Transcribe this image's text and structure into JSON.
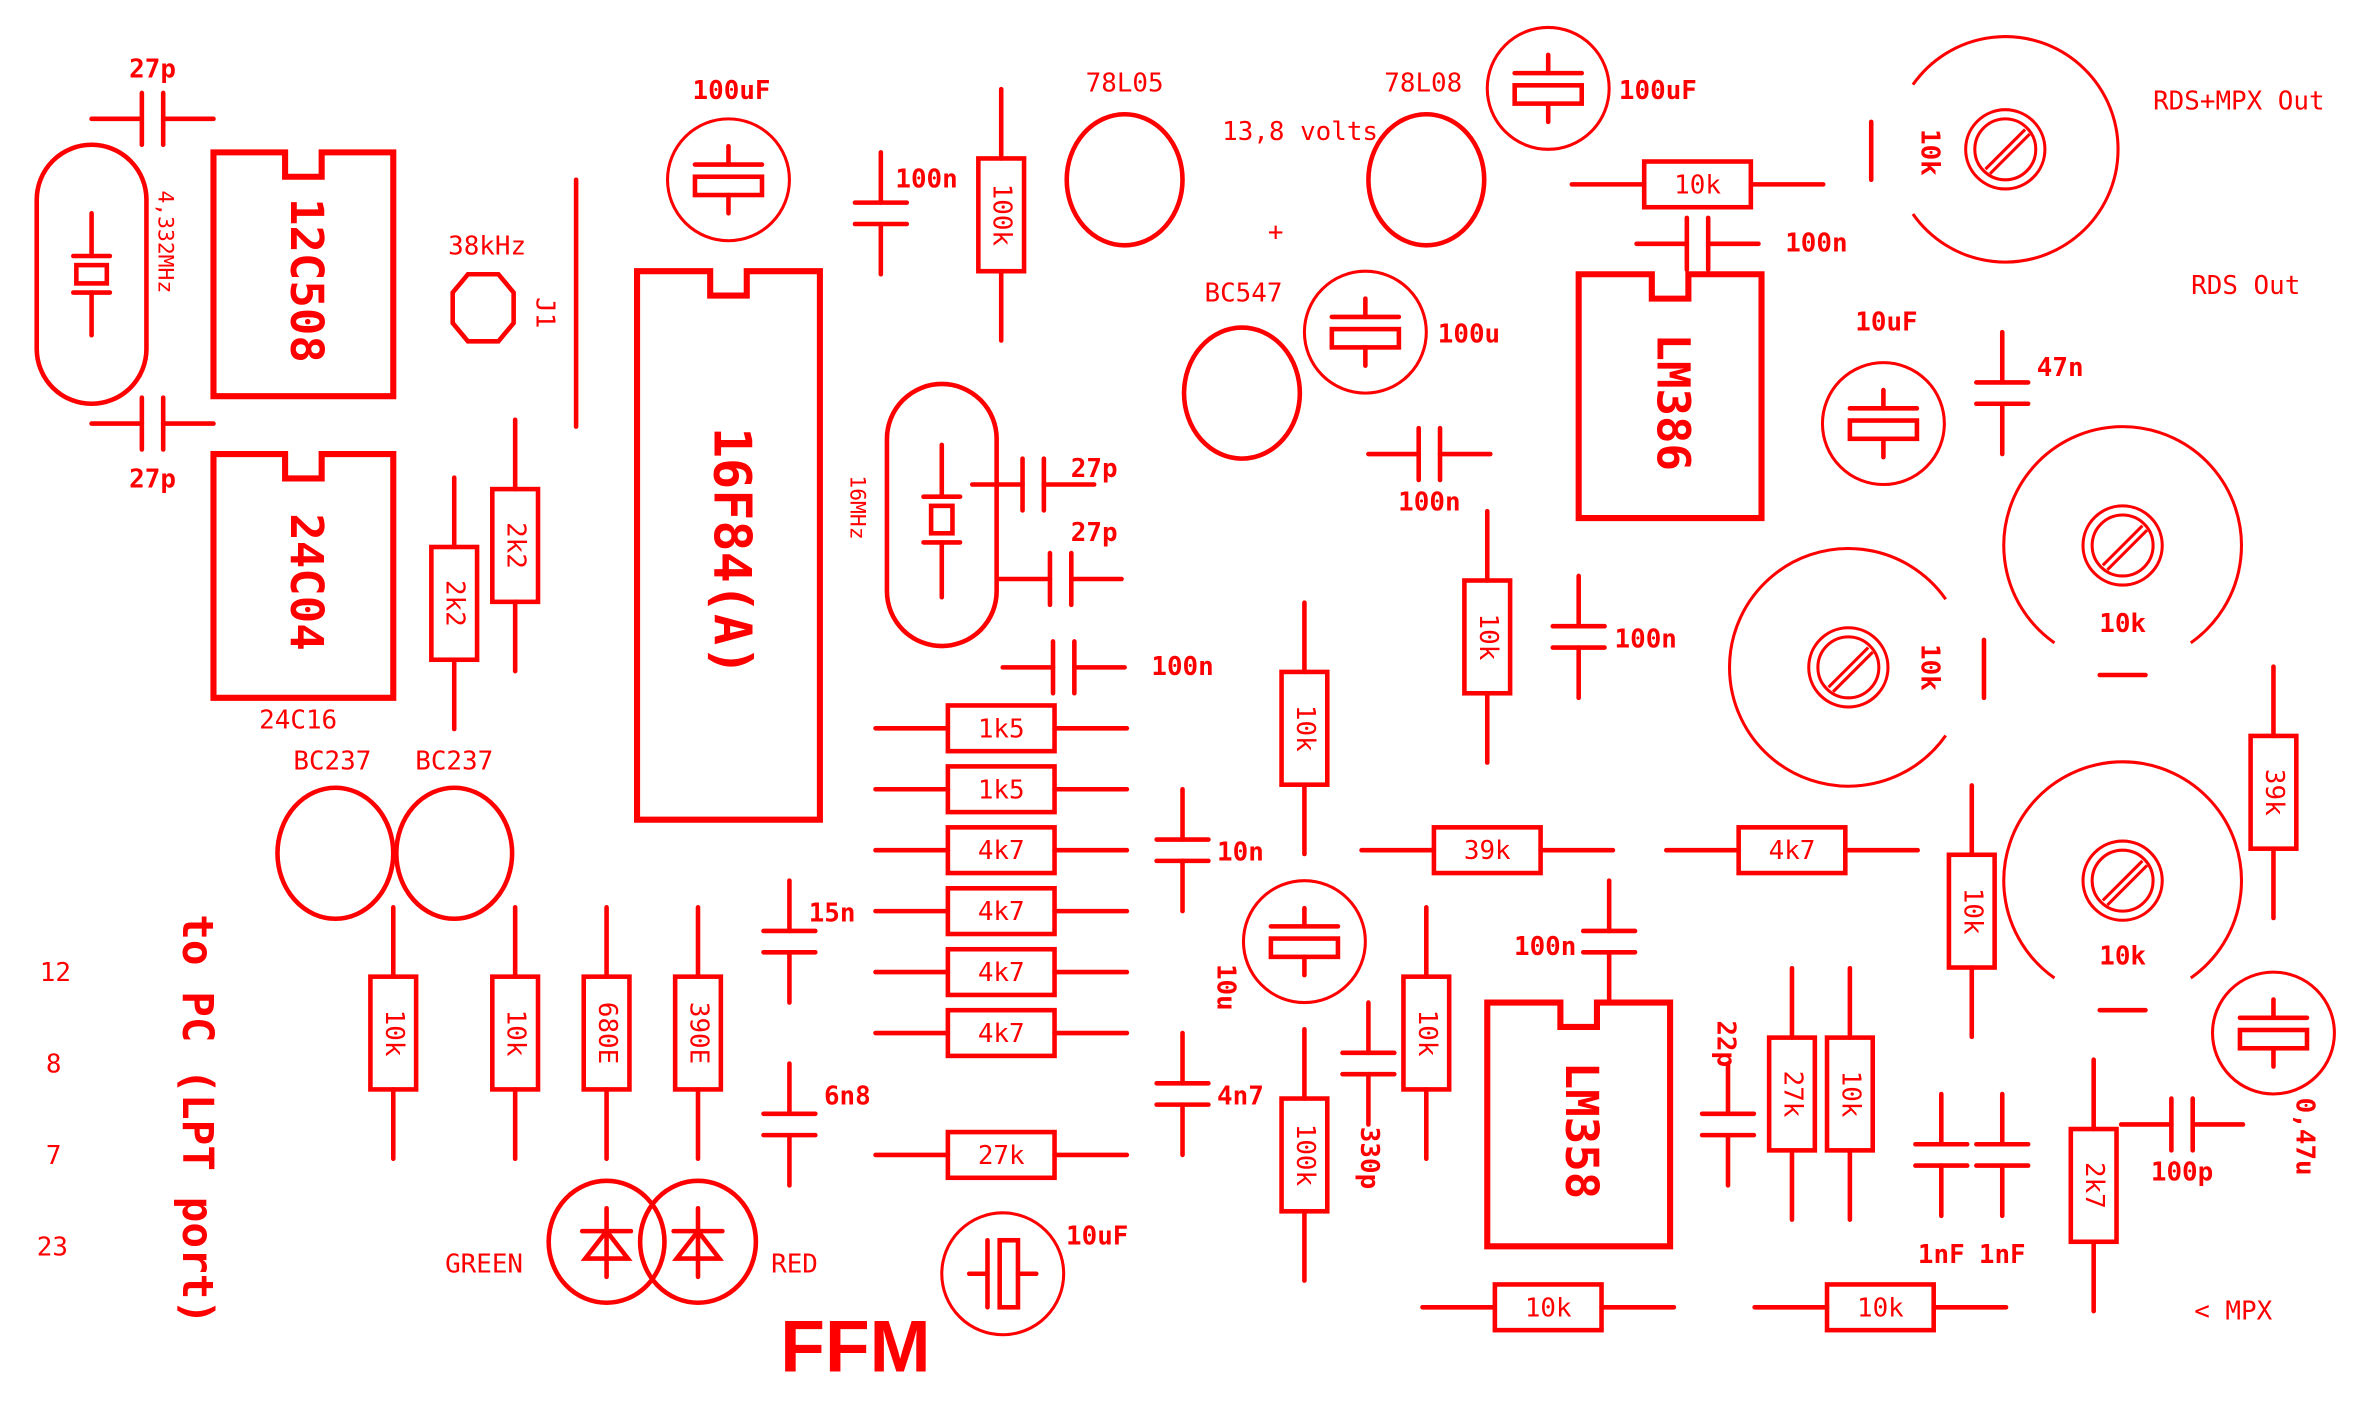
{
  "title": "FFM",
  "color": "#ff0000",
  "labels": {
    "power": "13,8 volts",
    "plus": "+",
    "rds_mpx_out": "RDS+MPX Out",
    "rds_out": "RDS Out",
    "mpx_in": "< MPX",
    "lpt": "to PC (LPT port)",
    "green": "GREEN",
    "red": "RED",
    "j1": "J1",
    "freq_38k": "38kHz",
    "xtal1": "4,332MHz",
    "xtal2": "16MHz",
    "eeprom_alt": "24C16"
  },
  "lpt_pins": [
    "12",
    "8",
    "7",
    "23"
  ],
  "ics": [
    {
      "id": "ic-12c508",
      "label": "12C508"
    },
    {
      "id": "ic-24c04",
      "label": "24C04"
    },
    {
      "id": "ic-16f84",
      "label": "16F84(A)"
    },
    {
      "id": "ic-lm386",
      "label": "LM386"
    },
    {
      "id": "ic-lm358",
      "label": "LM358"
    }
  ],
  "transistors": [
    {
      "id": "q-bc237-1",
      "label": "BC237"
    },
    {
      "id": "q-bc237-2",
      "label": "BC237"
    },
    {
      "id": "q-bc547",
      "label": "BC547"
    },
    {
      "id": "u-78l05",
      "label": "78L05"
    },
    {
      "id": "u-78l08",
      "label": "78L08"
    }
  ],
  "resistors": [
    {
      "id": "r1",
      "value": "100k"
    },
    {
      "id": "r2",
      "value": "2k2"
    },
    {
      "id": "r3",
      "value": "2k2"
    },
    {
      "id": "r4",
      "value": "1k5"
    },
    {
      "id": "r5",
      "value": "1k5"
    },
    {
      "id": "r6",
      "value": "4k7"
    },
    {
      "id": "r7",
      "value": "4k7"
    },
    {
      "id": "r8",
      "value": "4k7"
    },
    {
      "id": "r9",
      "value": "4k7"
    },
    {
      "id": "r10",
      "value": "27k"
    },
    {
      "id": "r11",
      "value": "10k"
    },
    {
      "id": "r12",
      "value": "10k"
    },
    {
      "id": "r13",
      "value": "680E"
    },
    {
      "id": "r14",
      "value": "390E"
    },
    {
      "id": "r15",
      "value": "10k"
    },
    {
      "id": "r16",
      "value": "100k"
    },
    {
      "id": "r17",
      "value": "10k"
    },
    {
      "id": "r18",
      "value": "10k"
    },
    {
      "id": "r19",
      "value": "10k"
    },
    {
      "id": "r20",
      "value": "39k"
    },
    {
      "id": "r21",
      "value": "4k7"
    },
    {
      "id": "r22",
      "value": "10k"
    },
    {
      "id": "r23",
      "value": "39k"
    },
    {
      "id": "r24",
      "value": "27k"
    },
    {
      "id": "r25",
      "value": "10k"
    },
    {
      "id": "r26",
      "value": "2k7"
    },
    {
      "id": "r27",
      "value": "10k"
    },
    {
      "id": "r28",
      "value": "10k"
    },
    {
      "id": "r29",
      "value": "10k"
    }
  ],
  "capacitors": [
    {
      "id": "c1",
      "value": "27p"
    },
    {
      "id": "c2",
      "value": "27p"
    },
    {
      "id": "c3",
      "value": "100n"
    },
    {
      "id": "c4",
      "value": "27p"
    },
    {
      "id": "c5",
      "value": "27p"
    },
    {
      "id": "c6",
      "value": "100n"
    },
    {
      "id": "c7",
      "value": "15n"
    },
    {
      "id": "c8",
      "value": "6n8"
    },
    {
      "id": "c9",
      "value": "10n"
    },
    {
      "id": "c10",
      "value": "4n7"
    },
    {
      "id": "c11",
      "value": "330p"
    },
    {
      "id": "c12",
      "value": "100n"
    },
    {
      "id": "c13",
      "value": "100n"
    },
    {
      "id": "c14",
      "value": "100n"
    },
    {
      "id": "c15",
      "value": "47n"
    },
    {
      "id": "c16",
      "value": "100n"
    },
    {
      "id": "c17",
      "value": "22p"
    },
    {
      "id": "c18",
      "value": "1nF"
    },
    {
      "id": "c19",
      "value": "1nF"
    },
    {
      "id": "c20",
      "value": "100p"
    }
  ],
  "electrolytics": [
    {
      "id": "e1",
      "value": "100uF"
    },
    {
      "id": "e2",
      "value": "100uF"
    },
    {
      "id": "e3",
      "value": "100u"
    },
    {
      "id": "e4",
      "value": "10uF"
    },
    {
      "id": "e5",
      "value": "10u"
    },
    {
      "id": "e6",
      "value": "10uF"
    },
    {
      "id": "e7",
      "value": "0,47u"
    }
  ],
  "trimmers": [
    {
      "id": "p1",
      "value": "10k"
    },
    {
      "id": "p2",
      "value": "10k"
    },
    {
      "id": "p3",
      "value": "10k"
    },
    {
      "id": "p4",
      "value": "10k"
    }
  ]
}
